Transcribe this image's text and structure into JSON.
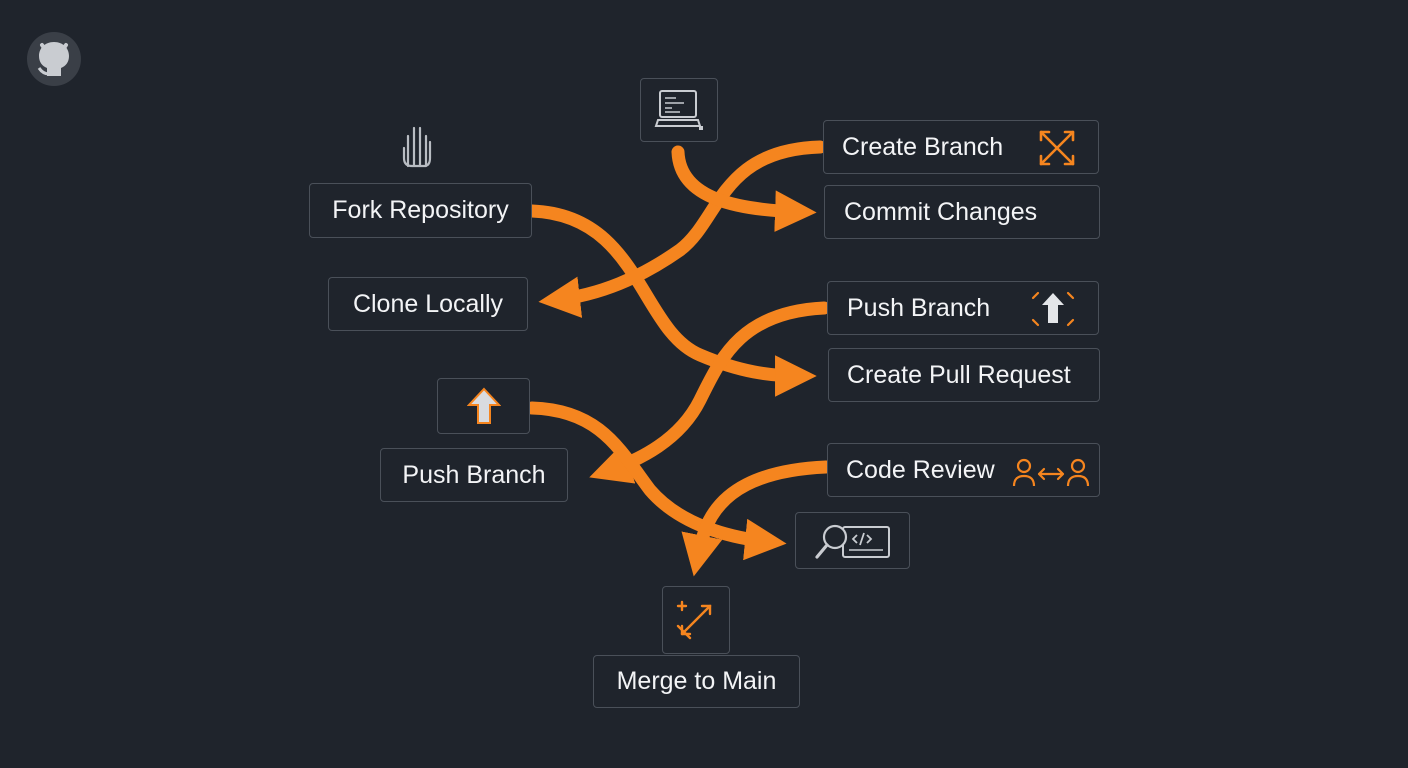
{
  "diagram": {
    "nodes": {
      "fork_repository": "Fork Repository",
      "clone_locally": "Clone Locally",
      "push_branch_left": "Push Branch",
      "create_branch": "Create Branch",
      "commit_changes": "Commit Changes",
      "push_branch_right": "Push Branch",
      "create_pull_request": "Create Pull Request",
      "code_review": "Code Review",
      "merge_to_main": "Merge to Main"
    },
    "icons": {
      "logo": "github-logo-icon",
      "fork": "hand-icon",
      "clone": "computer-terminal-icon",
      "create_branch": "crossed-arrows-icon",
      "push_right": "upload-arrow-icon",
      "push_left": "up-arrow-icon",
      "code_review": "reviewers-exchange-icon",
      "review_code": "magnifier-code-icon",
      "merge": "merge-arrows-icon"
    },
    "colors": {
      "background": "#1f242c",
      "arrow": "#f5851f",
      "box_border": "#4a5059",
      "text": "#f3f4f6"
    }
  }
}
